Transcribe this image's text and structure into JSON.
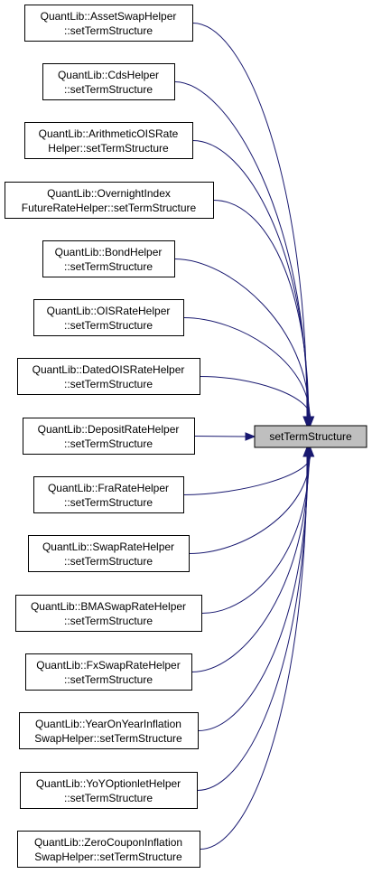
{
  "target": {
    "label": "setTermStructure"
  },
  "callers": [
    {
      "line1": "QuantLib::AssetSwapHelper",
      "line2": "::setTermStructure"
    },
    {
      "line1": "QuantLib::CdsHelper",
      "line2": "::setTermStructure"
    },
    {
      "line1": "QuantLib::ArithmeticOISRate",
      "line2": "Helper::setTermStructure"
    },
    {
      "line1": "QuantLib::OvernightIndex",
      "line2": "FutureRateHelper::setTermStructure"
    },
    {
      "line1": "QuantLib::BondHelper",
      "line2": "::setTermStructure"
    },
    {
      "line1": "QuantLib::OISRateHelper",
      "line2": "::setTermStructure"
    },
    {
      "line1": "QuantLib::DatedOISRateHelper",
      "line2": "::setTermStructure"
    },
    {
      "line1": "QuantLib::DepositRateHelper",
      "line2": "::setTermStructure"
    },
    {
      "line1": "QuantLib::FraRateHelper",
      "line2": "::setTermStructure"
    },
    {
      "line1": "QuantLib::SwapRateHelper",
      "line2": "::setTermStructure"
    },
    {
      "line1": "QuantLib::BMASwapRateHelper",
      "line2": "::setTermStructure"
    },
    {
      "line1": "QuantLib::FxSwapRateHelper",
      "line2": "::setTermStructure"
    },
    {
      "line1": "QuantLib::YearOnYearInflation",
      "line2": "SwapHelper::setTermStructure"
    },
    {
      "line1": "QuantLib::YoYOptionletHelper",
      "line2": "::setTermStructure"
    },
    {
      "line1": "QuantLib::ZeroCouponInflation",
      "line2": "SwapHelper::setTermStructure"
    }
  ],
  "colors": {
    "edge": "#191970",
    "target_fill": "#bfbfbf",
    "node_fill": "#ffffff",
    "border": "#000000"
  }
}
